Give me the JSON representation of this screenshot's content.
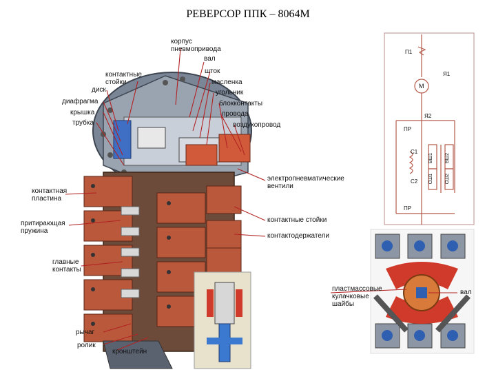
{
  "title": "РЕВЕРСОР ППК – 8064М",
  "labels": {
    "korpus": "корпус пневмопривода",
    "val_top": "вал",
    "kontaktnye_stoiki_top": "контактные стойки",
    "disk": "диск",
    "diafragma": "диафрагма",
    "kryshka": "крышка",
    "trubka": "трубка",
    "shtok": "шток",
    "maslenka": "масленка",
    "ugolnik": "угольник",
    "blokkontakty": "блокконтакты",
    "provoda": "провода",
    "vozdukhoprovod": "воздухопровод",
    "kontaktnaya_plastina": "контактная пластина",
    "elektropnevm": "электропневматические вентили",
    "prizhimayushchaya": "притирающая пружина",
    "kontaktnye_stoiki_mid": "контактные стойки",
    "kontaktoderzhateli": "контактодержатели",
    "glavnye_kontakty": "главные контакты",
    "plastmassovye": "пластмассовые кулачковые шайбы",
    "val_right": "вал",
    "rychag": "рычаг",
    "rolik": "ролик",
    "kronshtein": "кронштейн"
  },
  "schematic": {
    "p1": "П1",
    "ya1": "Я1",
    "m": "М",
    "ya2": "Я2",
    "pr_top": "ПР",
    "s1": "С1",
    "s2": "С2",
    "vsh1": "ВШ1",
    "vsh2": "ВШ2",
    "sh1": "СШ1",
    "sh2": "СШ2",
    "pr_bottom": "ПР"
  },
  "colors": {
    "leader": "#b22222",
    "schematic": "#b55a4a",
    "copper": "#b9583a",
    "steel": "#8c96a5",
    "blue": "#2f5fb0"
  }
}
